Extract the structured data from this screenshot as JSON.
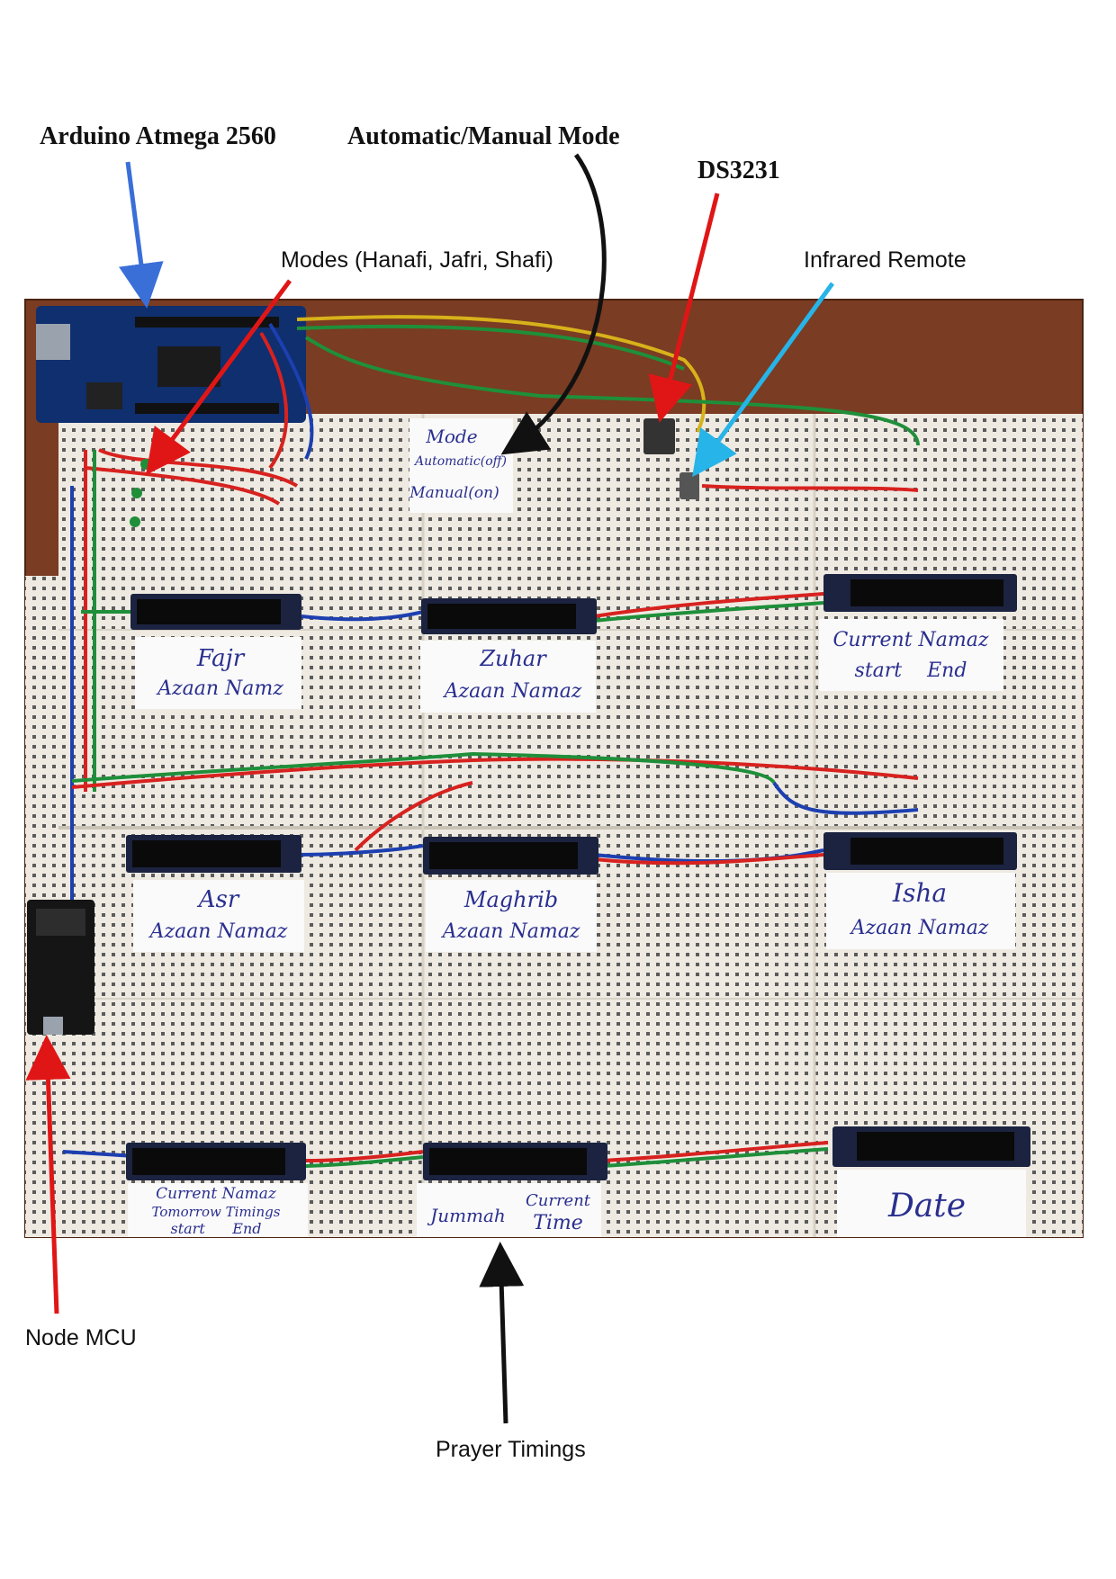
{
  "annotations": {
    "arduino": "Arduino Atmega 2560",
    "mode_switch": "Automatic/Manual Mode",
    "rtc": "DS3231",
    "modes": "Modes (Hanafi, Jafri, Shafi)",
    "remote": "Infrared Remote",
    "nodemcu": "Node MCU",
    "prayer_timings": "Prayer Timings"
  },
  "board_labels": {
    "mode_card": [
      "Mode",
      "Automatic(off)",
      "Manual(on)"
    ],
    "fajr": [
      "Fajr",
      "Azaan Namz"
    ],
    "zuhar": [
      "Zuhar",
      "Azaan Namaz"
    ],
    "current": [
      "Current Namaz",
      "start    End"
    ],
    "asr": [
      "Asr",
      "Azaan Namaz"
    ],
    "maghrib": [
      "Maghrib",
      "Azaan Namaz"
    ],
    "isha": [
      "Isha",
      "Azaan Namaz"
    ],
    "tomorrow": [
      "Current Namaz",
      "Tomorrow Timings",
      "start      End"
    ],
    "jummah": [
      "Jummah"
    ],
    "current_time": [
      "Current",
      "Time"
    ],
    "date": [
      "Date"
    ]
  },
  "colors": {
    "arrow_blue": "#3a6fd8",
    "arrow_black": "#111111",
    "arrow_red": "#e01616",
    "arrow_cyan": "#27b4e8",
    "wood": "#7a3c22",
    "breadboard": "#eeeae2",
    "wire_red": "#d8221f",
    "wire_green": "#1f8f3a",
    "wire_blue": "#1d3fb0"
  }
}
